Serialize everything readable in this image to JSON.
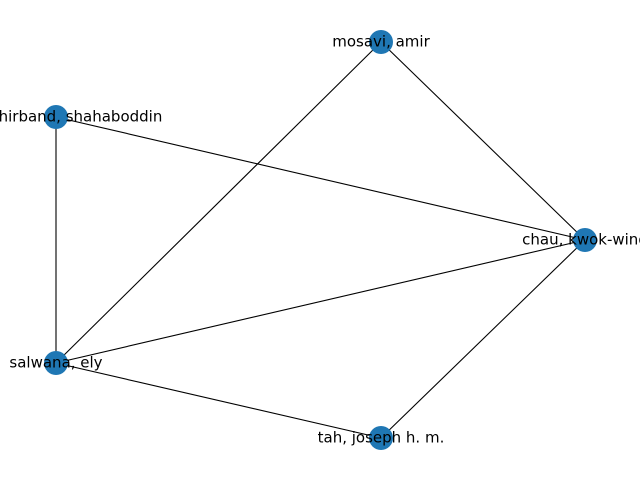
{
  "graph": {
    "node_color": "#1f77b4",
    "edge_color": "#000000",
    "nodes": [
      {
        "id": "mosavi",
        "label": "mosavi, amir"
      },
      {
        "id": "shamshirband",
        "label": "shamshirband, shahaboddin"
      },
      {
        "id": "chau",
        "label": "chau, kwok-wing"
      },
      {
        "id": "salwana",
        "label": "salwana, ely"
      },
      {
        "id": "tah",
        "label": "tah, joseph h. m."
      }
    ],
    "edges": [
      [
        "mosavi",
        "chau"
      ],
      [
        "mosavi",
        "salwana"
      ],
      [
        "shamshirband",
        "chau"
      ],
      [
        "shamshirband",
        "salwana"
      ],
      [
        "salwana",
        "chau"
      ],
      [
        "salwana",
        "tah"
      ],
      [
        "tah",
        "chau"
      ]
    ]
  }
}
